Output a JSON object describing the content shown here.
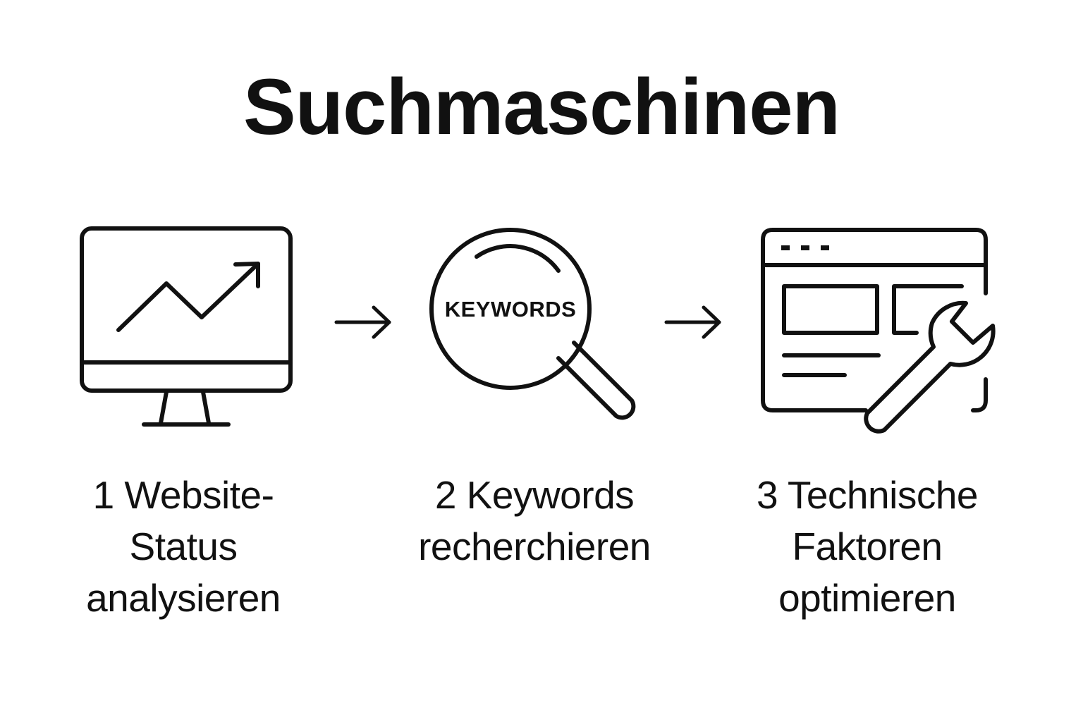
{
  "title": "Suchmaschinen",
  "steps": [
    {
      "number": "1",
      "lines": [
        "1 Website-",
        "Status",
        "analysieren"
      ],
      "icon": "monitor-chart-icon"
    },
    {
      "number": "2",
      "lines": [
        "2  Keywords",
        "recherchieren"
      ],
      "icon": "magnifier-icon",
      "icon_text": "KEYWORDS"
    },
    {
      "number": "3",
      "lines": [
        "3  Technische",
        "Faktoren",
        "optimieren"
      ],
      "icon": "browser-wrench-icon"
    }
  ],
  "colors": {
    "stroke": "#111111",
    "background": "#ffffff"
  }
}
